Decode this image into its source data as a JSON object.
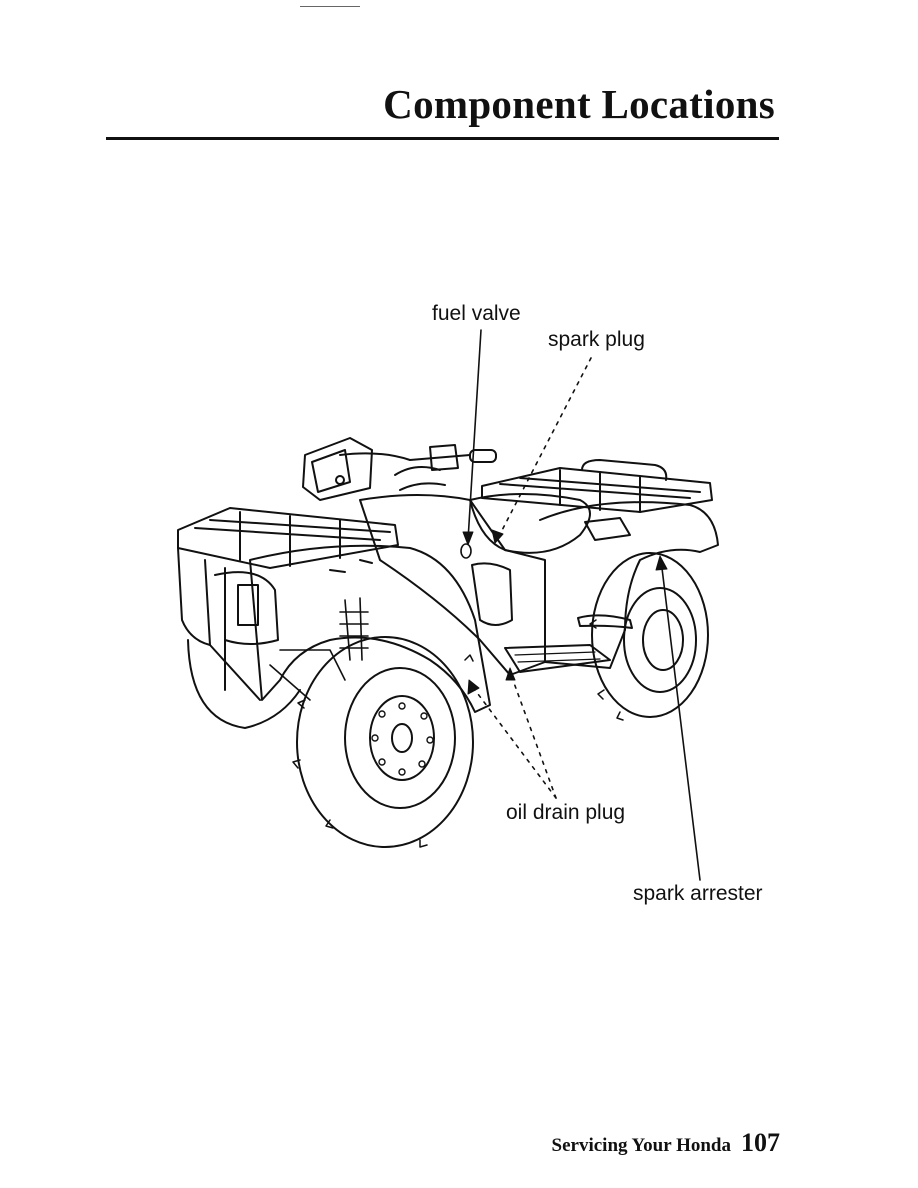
{
  "page": {
    "title": "Component Locations",
    "footer_section": "Servicing Your Honda",
    "page_number": "107"
  },
  "labels": {
    "fuel_valve": "fuel valve",
    "spark_plug": "spark plug",
    "oil_drain_plug": "oil drain plug",
    "spark_arrester": "spark arrester"
  }
}
